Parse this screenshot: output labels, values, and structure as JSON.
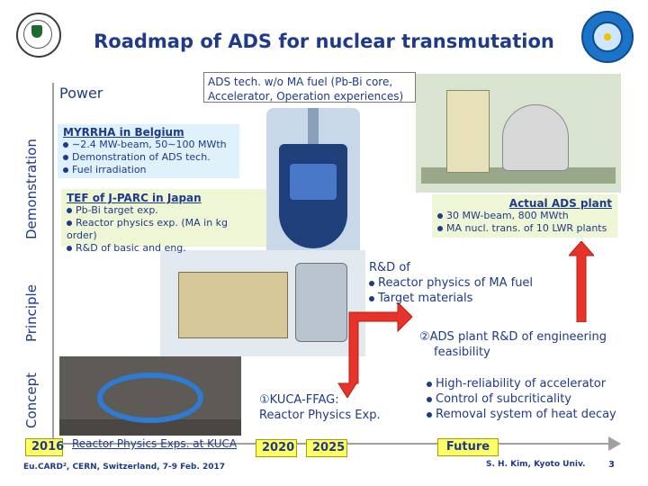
{
  "title": "Roadmap of ADS for nuclear transmutation",
  "axis_labels": {
    "demonstration": "Demonstration",
    "principle": "Principle",
    "concept": "Concept"
  },
  "power_label": "Power",
  "callout": "ADS tech. w/o MA fuel (Pb-Bi core, Accelerator, Operation experiences)",
  "myrrha": {
    "title": "MYRRHA in Belgium",
    "items": [
      "∼2.4 MW-beam, 50∼100 MWth",
      "Demonstration of ADS tech.",
      "Fuel irradiation"
    ]
  },
  "tef": {
    "title": "TEF of J-PARC in Japan",
    "items": [
      "Pb-Bi target exp.",
      "Reactor physics exp. (MA in kg order)",
      "R&D of basic and eng."
    ]
  },
  "actual_plant": {
    "title": "Actual ADS plant",
    "items": [
      "30 MW-beam, 800 MWth",
      "MA nucl. trans. of 10 LWR plants"
    ]
  },
  "rd_of": {
    "heading": "R&D of",
    "items": [
      "Reactor physics of MA fuel",
      "Target materials"
    ]
  },
  "step2": {
    "marker": "②",
    "line1": "ADS plant R&D of engineering",
    "line2": "feasibility"
  },
  "step1": {
    "marker": "①",
    "line1": "KUCA-FFAG:",
    "line2": "Reactor Physics Exp."
  },
  "requirements": [
    "High-reliability of accelerator",
    "Control of subcriticality",
    "Removal system of heat decay"
  ],
  "timeline": {
    "y2016": "2016",
    "y2020": "2020",
    "y2025": "2025",
    "future": "Future"
  },
  "reactor_physics_exps": "Reactor Physics Exps. at KUCA",
  "footer_left": "Eu.CARD², CERN, Switzerland, 7-9 Feb. 2017",
  "footer_right": "S. H. Kim, Kyoto Univ.",
  "page_number": "3",
  "colors": {
    "text_blue": "#1f3a8a",
    "arrow_red": "#e8332a",
    "tag_yellow": "#ffff66",
    "box_blue": "#dff2fb",
    "box_green": "#eef6d5"
  }
}
